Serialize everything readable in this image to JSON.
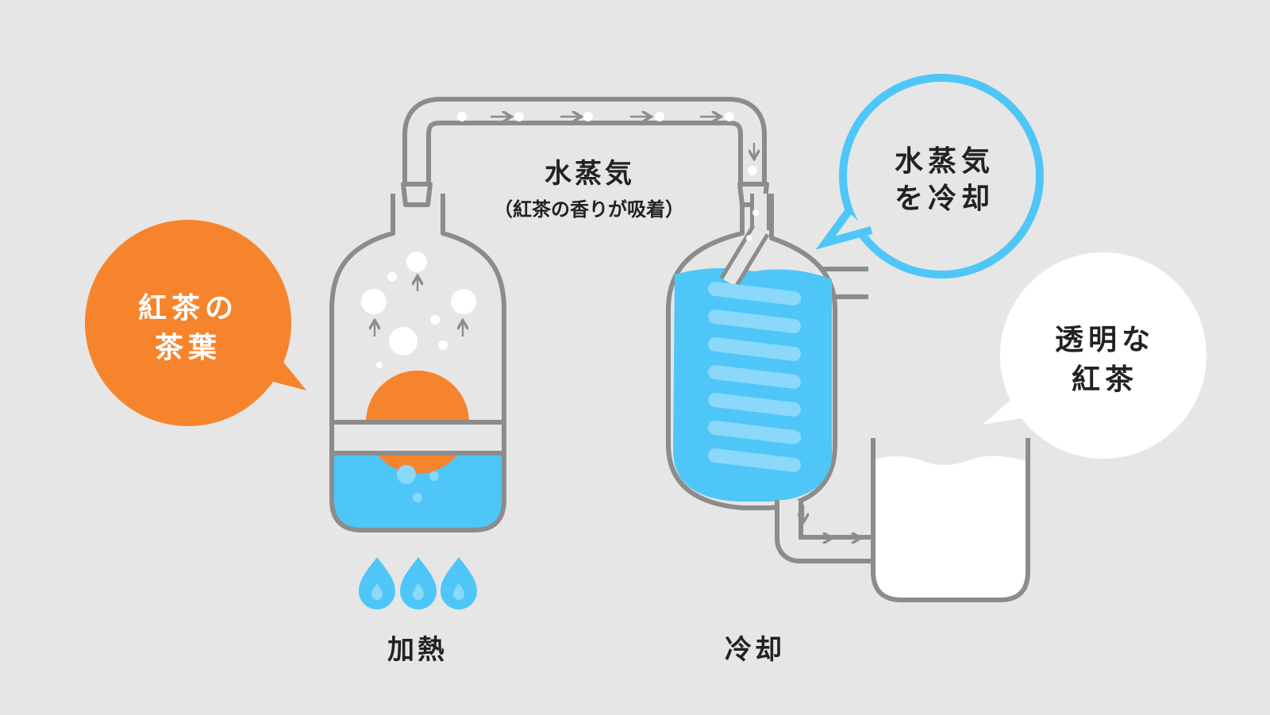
{
  "labels": {
    "steam": "水蒸気",
    "steam_note": "（紅茶の香りが吸着）",
    "heating": "加熱",
    "cooling": "冷却"
  },
  "bubbles": {
    "tea_leaves": {
      "line1": "紅茶の",
      "line2": "茶葉"
    },
    "cool_steam": {
      "line1": "水蒸気",
      "line2": "を冷却"
    },
    "clear_tea": {
      "line1": "透明な",
      "line2": "紅茶"
    }
  },
  "colors": {
    "background": "#e6e6e6",
    "outline": "#8c8c8c",
    "water": "#4fc6f8",
    "coil": "#8bd8fb",
    "orange": "#f6842d",
    "white": "#ffffff",
    "text": "#222222"
  },
  "icons": [
    "flame-icon",
    "flame-icon",
    "flame-icon",
    "arrow-up-icon",
    "arrow-right-icon",
    "arrow-down-icon"
  ]
}
